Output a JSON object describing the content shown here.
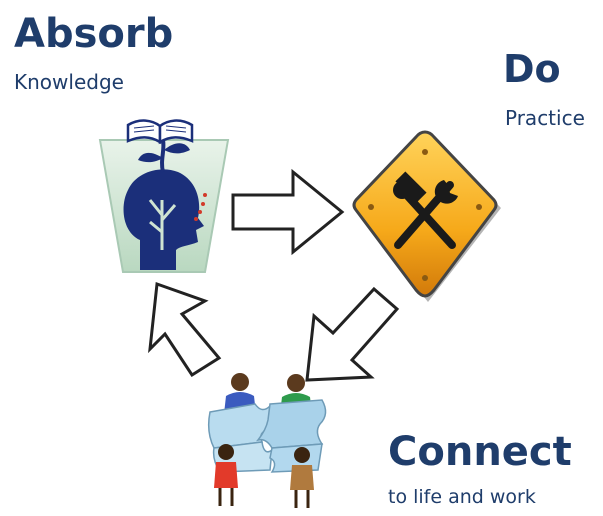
{
  "stages": {
    "absorb": {
      "title": "Absorb",
      "subtitle": "Knowledge",
      "icon": "head-book-icon"
    },
    "do": {
      "title": "Do",
      "subtitle": "Practice",
      "icon": "tools-sign-icon"
    },
    "connect": {
      "title": "Connect",
      "subtitle": "to life and work",
      "icon": "people-puzzle-icon"
    }
  },
  "colors": {
    "title": "#1f3d6b",
    "arrow_fill": "#ffffff",
    "arrow_stroke": "#222222",
    "sign_fill": "#f6a91a",
    "head_panel": "#cfe4d2",
    "puzzle": "#b9dcef"
  }
}
